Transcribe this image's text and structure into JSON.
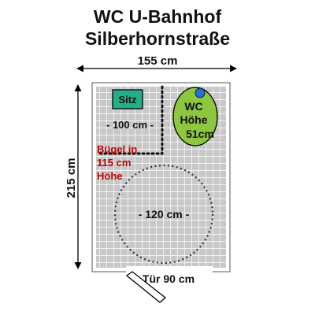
{
  "title_line1": "WC U-Bahnhof",
  "title_line2": "Silberhornstraße",
  "dimensions": {
    "width": "155 cm",
    "height": "215 cm",
    "door": "Tür 90 cm"
  },
  "labels": {
    "seat": "Sitz",
    "wc_line1": "WC",
    "wc_line2": "Höhe",
    "wc_line3": "51cm",
    "distance": "- 100 cm -",
    "grab_line1": "Bügel in",
    "grab_line2": "115 cm",
    "grab_line3": "Höhe",
    "turning_circle": "- 120 cm -"
  },
  "colors": {
    "tile": "#c8c8c8",
    "tile_grid": "#ffffff",
    "wall": "#ffffff",
    "seat_fill": "#21b08a",
    "wc_fill": "#8dc63f",
    "wc_dot": "#2a6fd6",
    "grab_text": "#c00000",
    "line": "#000000"
  }
}
